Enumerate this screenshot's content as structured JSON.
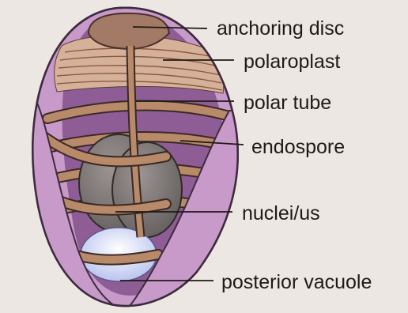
{
  "diagram": {
    "labels": {
      "anchoring_disc": "anchoring disc",
      "polaroplast": "polaroplast",
      "polar_tube": "polar tube",
      "endospore": "endospore",
      "nuclei": "nuclei/us",
      "posterior_vacuole": "posterior vacuole"
    },
    "colors": {
      "background": "#ece7e2",
      "spore_wall": "#c89ac9",
      "interior": "#8e5d96",
      "coil": "#b98a6a",
      "nucleus": "#7f7876",
      "vacuole": "#dfe4f6",
      "disc": "#a27a66",
      "polaroplast": "#d6b199"
    }
  }
}
